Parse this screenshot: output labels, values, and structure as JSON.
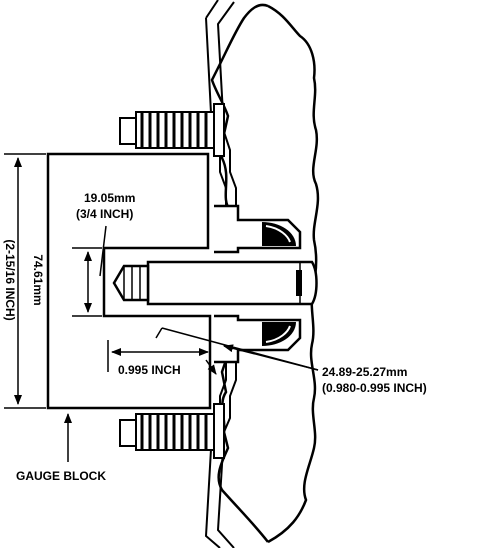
{
  "diagram": {
    "labels": {
      "thread_len_mm": "19.05mm",
      "thread_len_in": "(3/4 INCH)",
      "height_mm": "74.61mm",
      "height_in": "(2-15/16 INCH)",
      "gap": "0.995 INCH",
      "range_mm": "24.89-25.27mm",
      "range_in": "(0.980-0.995 INCH)",
      "gauge_block": "GAUGE BLOCK"
    },
    "colors": {
      "ink": "#000000",
      "paper": "#ffffff"
    }
  }
}
